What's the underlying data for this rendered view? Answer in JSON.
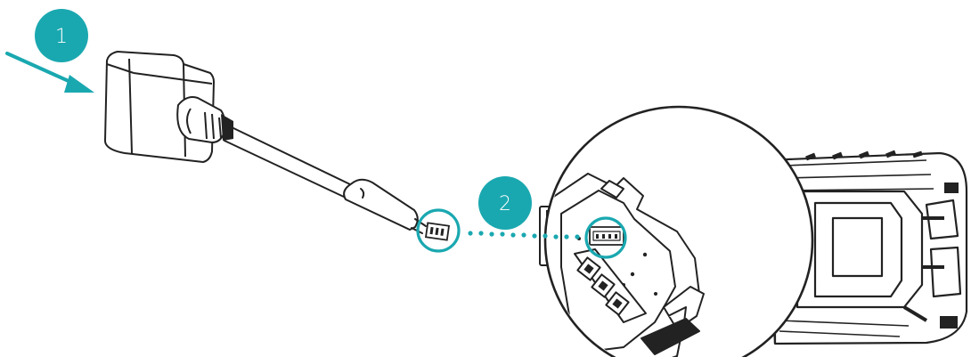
{
  "colors": {
    "accent": "#1aa8b0",
    "line": "#222222",
    "background": "#ffffff"
  },
  "steps": [
    {
      "number": "1"
    },
    {
      "number": "2"
    }
  ],
  "icons": [
    "arrow-icon",
    "power-adapter",
    "cable-connector",
    "magnifier-circle",
    "device-connector-port"
  ]
}
